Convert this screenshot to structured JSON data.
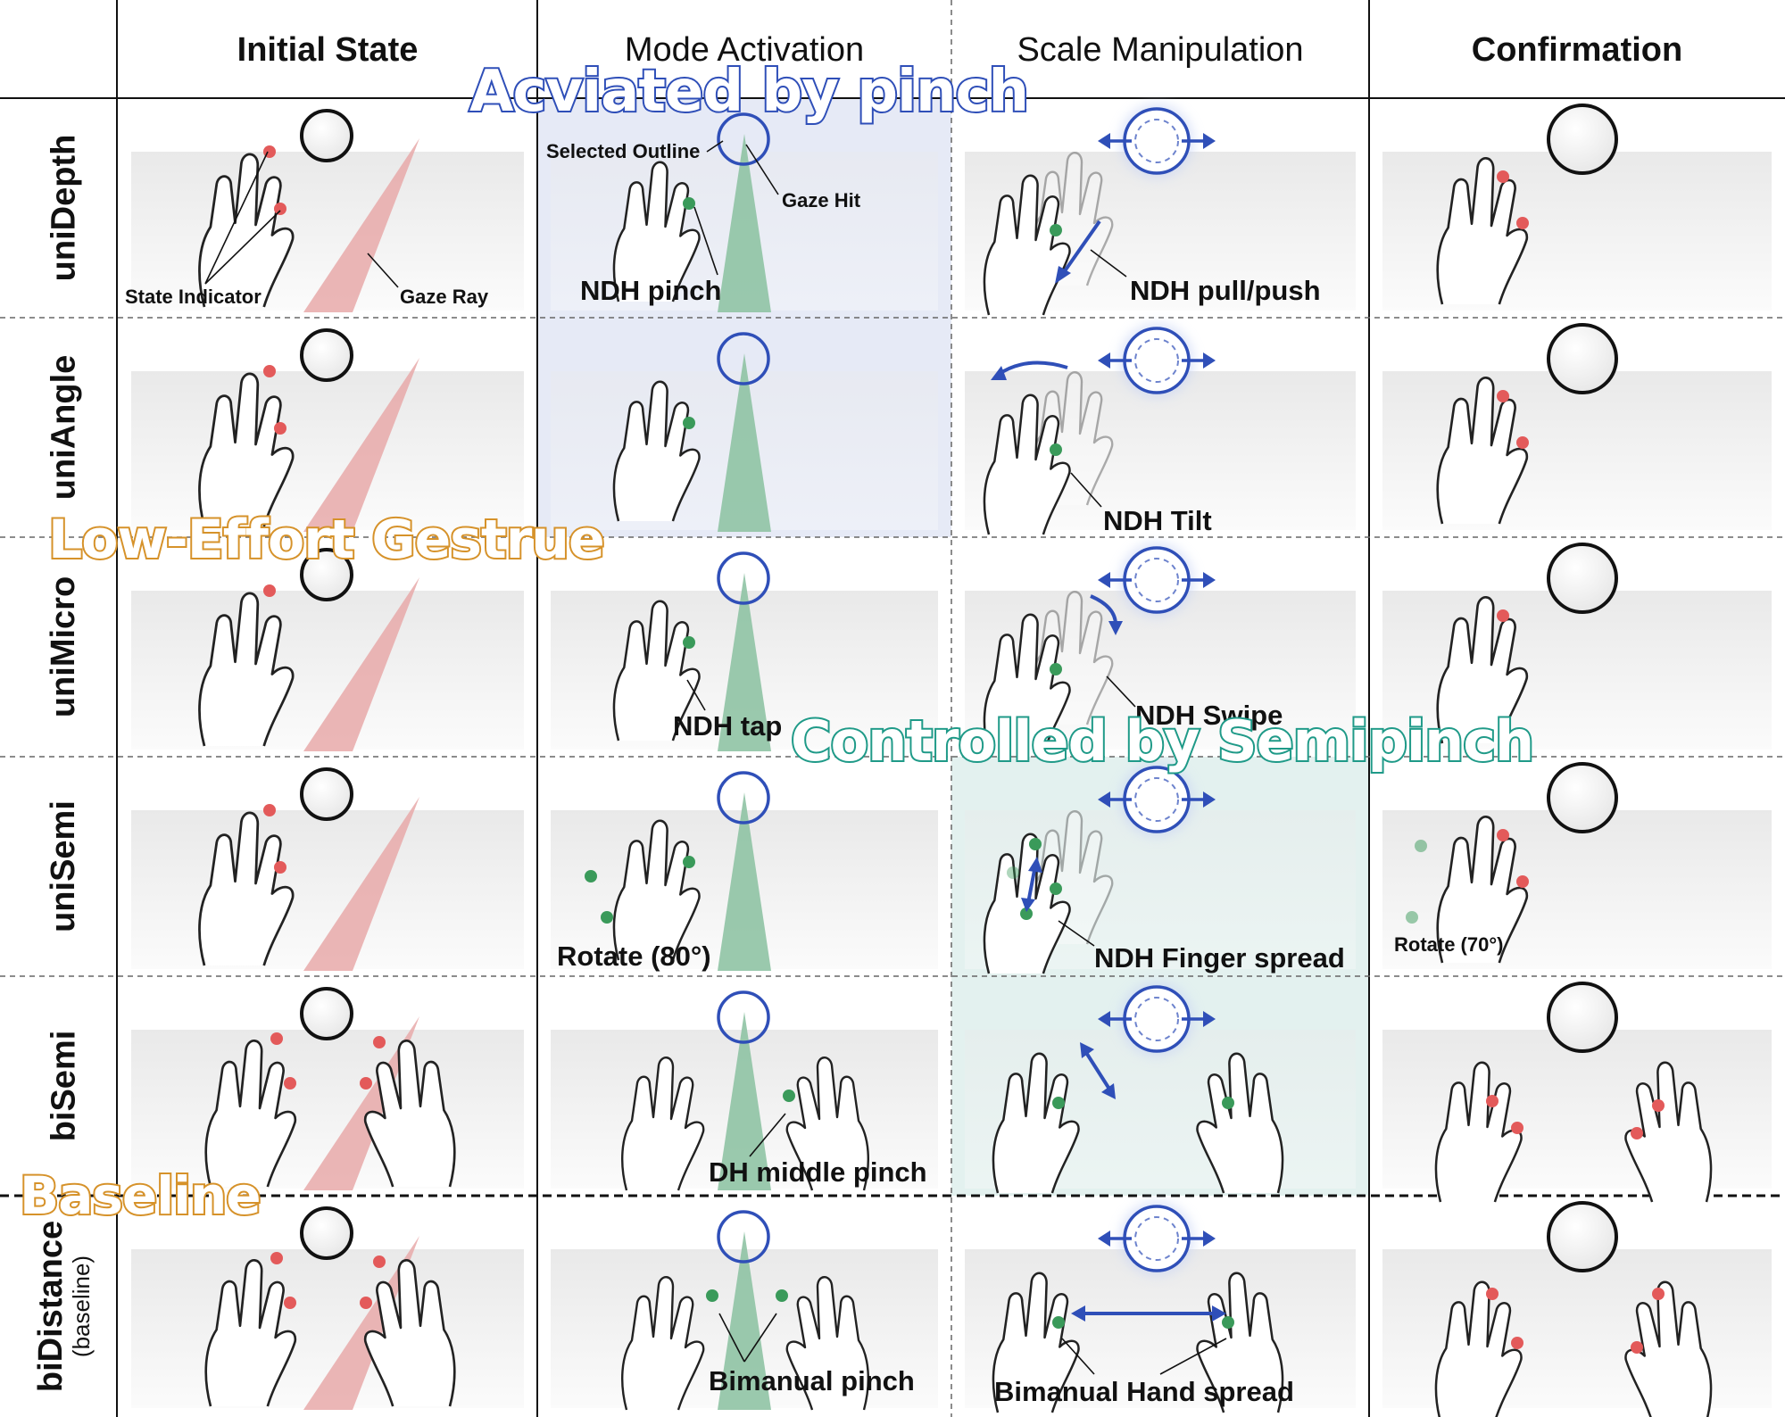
{
  "columns": [
    {
      "label": "Initial State",
      "bold": true
    },
    {
      "label": "Mode Activation",
      "bold": false
    },
    {
      "label": "Scale Manipulation",
      "bold": false
    },
    {
      "label": "Confirmation",
      "bold": true
    }
  ],
  "rows": [
    {
      "label": "uniDepth",
      "sublabel": ""
    },
    {
      "label": "uniAngle",
      "sublabel": ""
    },
    {
      "label": "uniMicro",
      "sublabel": ""
    },
    {
      "label": "uniSemi",
      "sublabel": ""
    },
    {
      "label": "biSemi",
      "sublabel": ""
    },
    {
      "label": "biDistance",
      "sublabel": "(baseline)"
    }
  ],
  "annotations": {
    "state_indicator": "State Indicator",
    "gaze_ray": "Gaze Ray",
    "selected_outline": "Selected Outline",
    "gaze_hit": "Gaze Hit",
    "ndh_pinch": "NDH pinch",
    "ndh_pull_push": "NDH pull/push",
    "ndh_tilt": "NDH Tilt",
    "ndh_tap": "NDH tap",
    "ndh_swipe": "NDH Swipe",
    "rotate_80": "Rotate (80°)",
    "ndh_finger_spread": "NDH Finger spread",
    "rotate_70": "Rotate (70°)",
    "dh_middle_pinch": "DH middle pinch",
    "bimanual_pinch": "Bimanual pinch",
    "bimanual_hand_spread": "Bimanual Hand spread"
  },
  "overlays": {
    "activated": "Acviated by pinch",
    "low_effort": "Low-Effort Gestrue",
    "semipinch": "Controlled by Semipinch",
    "baseline": "Baseline"
  },
  "colors": {
    "activation_highlight": "#e6eaf6",
    "semipinch_highlight": "#e3f1ef",
    "gaze_ray": "#e8a9a9",
    "gaze_ray_active": "#8fc3a4",
    "target_outline_active": "#2f4fb8",
    "fingertip_red": "#e35a5a",
    "fingertip_green": "#3a9a5a",
    "overlay_blue": "#2f4fb8",
    "overlay_orange": "#d6922a",
    "overlay_teal": "#1f9a88"
  }
}
